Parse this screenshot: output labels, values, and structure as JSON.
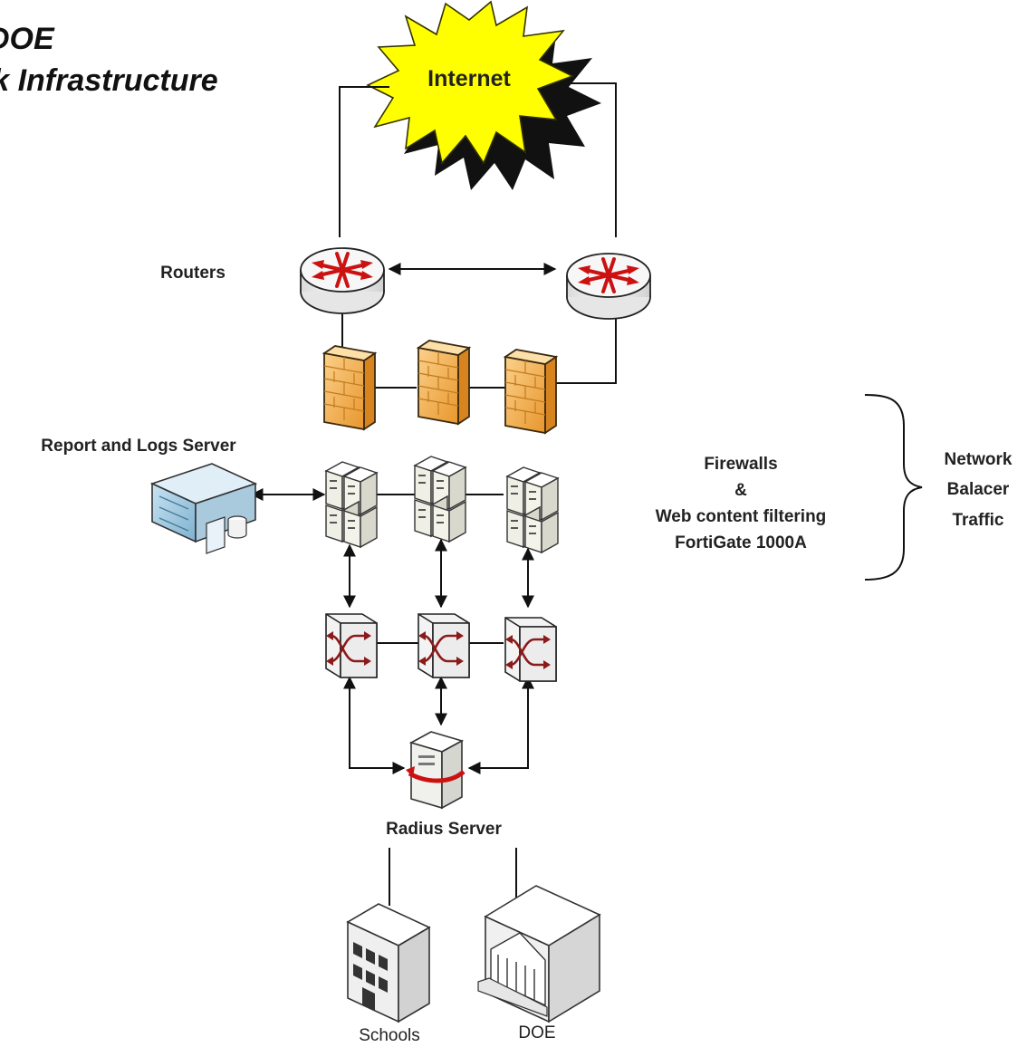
{
  "title": {
    "line1": "DOE",
    "line2": "rk Infrastructure"
  },
  "nodes": {
    "internet": "Internet",
    "routers": "Routers",
    "report_server": "Report and Logs Server",
    "radius_server": "Radius Server",
    "schools": "Schools",
    "doe": "DOE"
  },
  "firewall_note": [
    "Firewalls",
    "&",
    "Web content filtering",
    "FortiGate 1000A"
  ],
  "brace_note": [
    "Network",
    "Balacer",
    "Traffic"
  ],
  "colors": {
    "burst_fill": "#ffff00",
    "router_accent": "#cc1111",
    "firewall_fill": "#f5b04a",
    "server_fill": "#f2f2ea",
    "line": "#111111"
  }
}
